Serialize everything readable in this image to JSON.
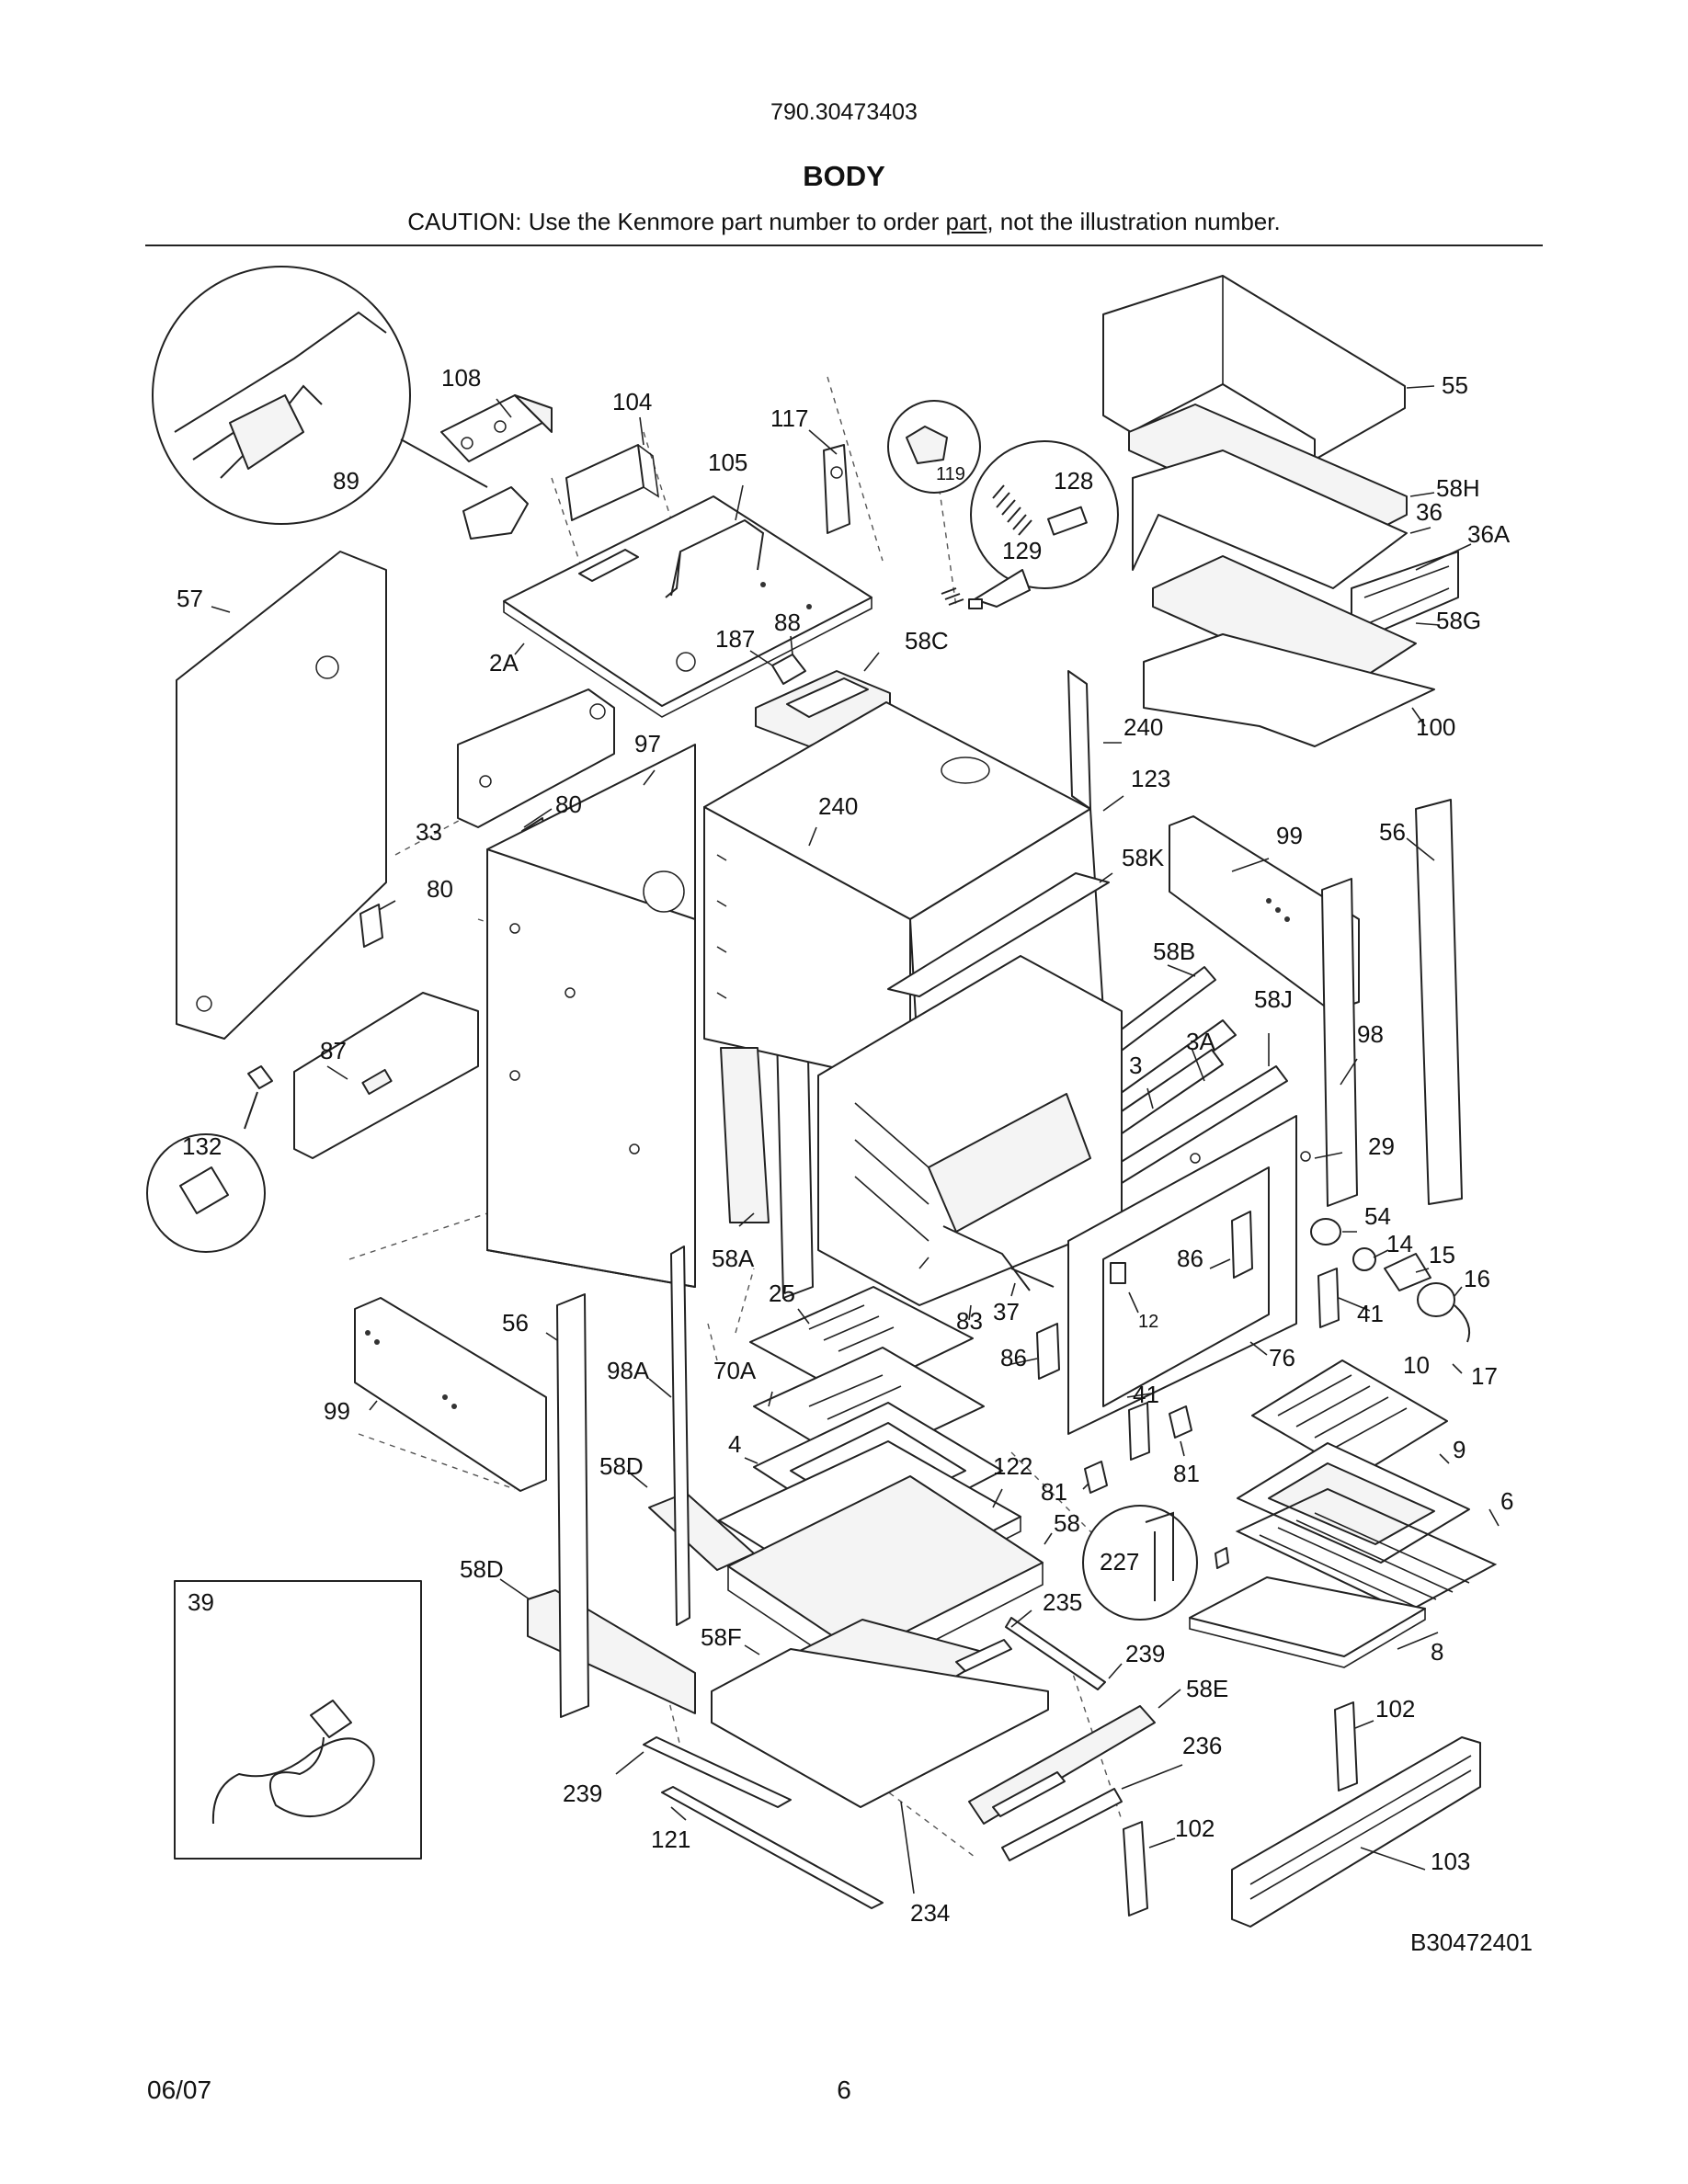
{
  "header": {
    "model_number": "790.30473403",
    "section_title": "BODY",
    "caution_before": "CAUTION: Use the Kenmore part number to order ",
    "caution_link": "part",
    "caution_after": ", not the illustration number."
  },
  "diagram": {
    "code": "B30472401",
    "labels": {
      "l108": "108",
      "l104": "104",
      "l117": "117",
      "l105": "105",
      "l119": "119",
      "l128": "128",
      "l129": "129",
      "l89": "89",
      "l55": "55",
      "l58H": "58H",
      "l36": "36",
      "l36A": "36A",
      "l57": "57",
      "l187": "187",
      "l88": "88",
      "l58C": "58C",
      "l58G": "58G",
      "l2A": "2A",
      "l100": "100",
      "l240a": "240",
      "l97": "97",
      "l123": "123",
      "l240b": "240",
      "l80a": "80",
      "l33": "33",
      "l99a": "99",
      "l56a": "56",
      "l58K": "58K",
      "l80b": "80",
      "l58B": "58B",
      "l58J": "58J",
      "l3A": "3A",
      "l98": "98",
      "l87": "87",
      "l3": "3",
      "l29": "29",
      "l132": "132",
      "l54": "54",
      "l14": "14",
      "l15": "15",
      "l16": "16",
      "l58A": "58A",
      "l86a": "86",
      "l25": "25",
      "l83": "83",
      "l37": "37",
      "l12": "12",
      "l41a": "41",
      "l56b": "56",
      "l98A": "98A",
      "l70A": "70A",
      "l86b": "86",
      "l76": "76",
      "l10": "10",
      "l17": "17",
      "l99b": "99",
      "l41b": "41",
      "l4": "4",
      "l58Da": "58D",
      "l122": "122",
      "l81a": "81",
      "l81b": "81",
      "l9": "9",
      "l58": "58",
      "l6": "6",
      "l227": "227",
      "l58Db": "58D",
      "l39": "39",
      "l235": "235",
      "l58F": "58F",
      "l8": "8",
      "l239a": "239",
      "l58E": "58E",
      "l102a": "102",
      "l236": "236",
      "l239b": "239",
      "l102b": "102",
      "l121": "121",
      "l103": "103",
      "l234": "234"
    }
  },
  "footer": {
    "date": "06/07",
    "page_number": "6"
  }
}
